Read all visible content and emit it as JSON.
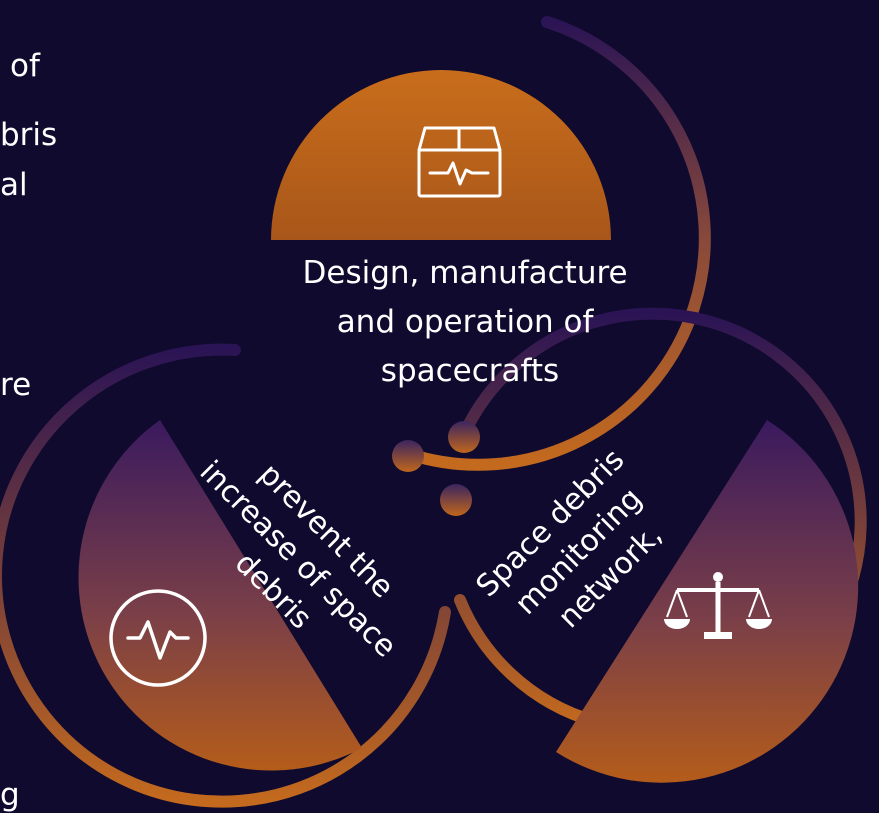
{
  "left_text": {
    "fragments": [
      "of",
      "bris",
      "al",
      "re",
      "g"
    ]
  },
  "colors": {
    "background": "#0f0a2e",
    "segment_top": "#b8621a",
    "segment_bottom": "#2a1450",
    "ring_dark": "#2b1455",
    "ring_light": "#c46a1e",
    "text": "#ffffff"
  },
  "diagram": {
    "segments": [
      {
        "label_lines": [
          "Design, manufacture",
          "and operation of",
          "spacecrafts"
        ],
        "icon": "box-pulse-icon"
      },
      {
        "label_lines": [
          "prevent the",
          "increase of space",
          "debris"
        ],
        "icon": "pulse-circle-icon"
      },
      {
        "label_lines": [
          "Space debris",
          "monitoring",
          "network,"
        ],
        "icon": "scales-icon"
      }
    ]
  }
}
